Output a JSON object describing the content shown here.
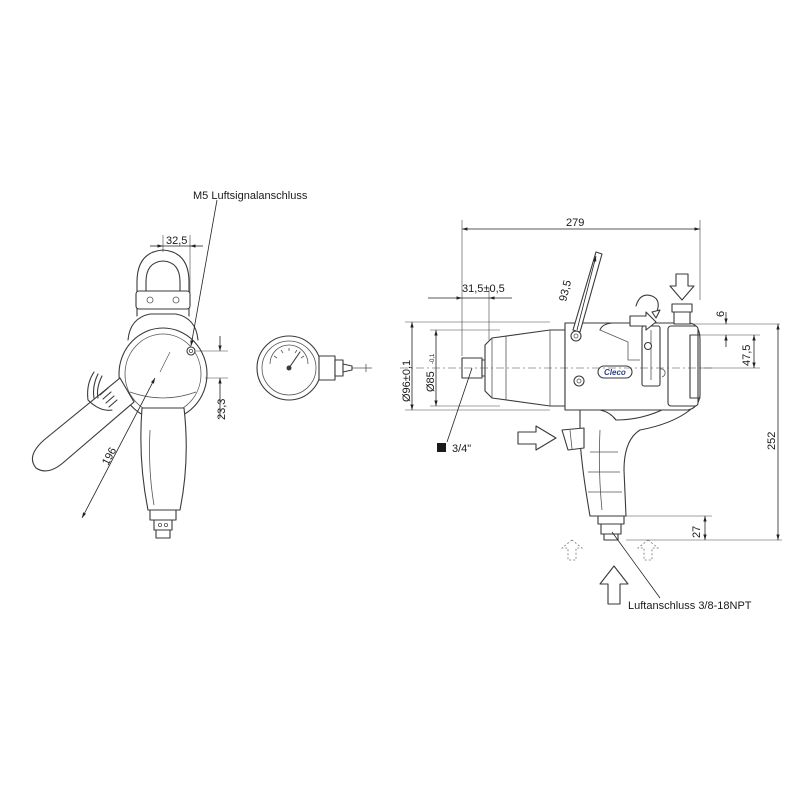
{
  "callouts": {
    "m5_signal": "M5 Luftsignalanschluss",
    "air_inlet": "Luftanschluss 3/8-18NPT",
    "square_drive": "3/4\""
  },
  "brand": "Cleco",
  "dimensions": {
    "d_32_5": "32,5",
    "d_23_3": "23,3",
    "d_196": "196",
    "d_279": "279",
    "d_93_5": "93,5",
    "d_31_5": "31,5±0,5",
    "d_6": "6",
    "d_47_5": "47,5",
    "d_252": "252",
    "d_27": "27",
    "d_96": "Ø96±0,1",
    "d_85": "Ø85",
    "d_85_tol": "-0,1"
  },
  "colors": {
    "line": "#3a3a3a",
    "dimension": "#222222",
    "brand": "#2c3e8c"
  }
}
